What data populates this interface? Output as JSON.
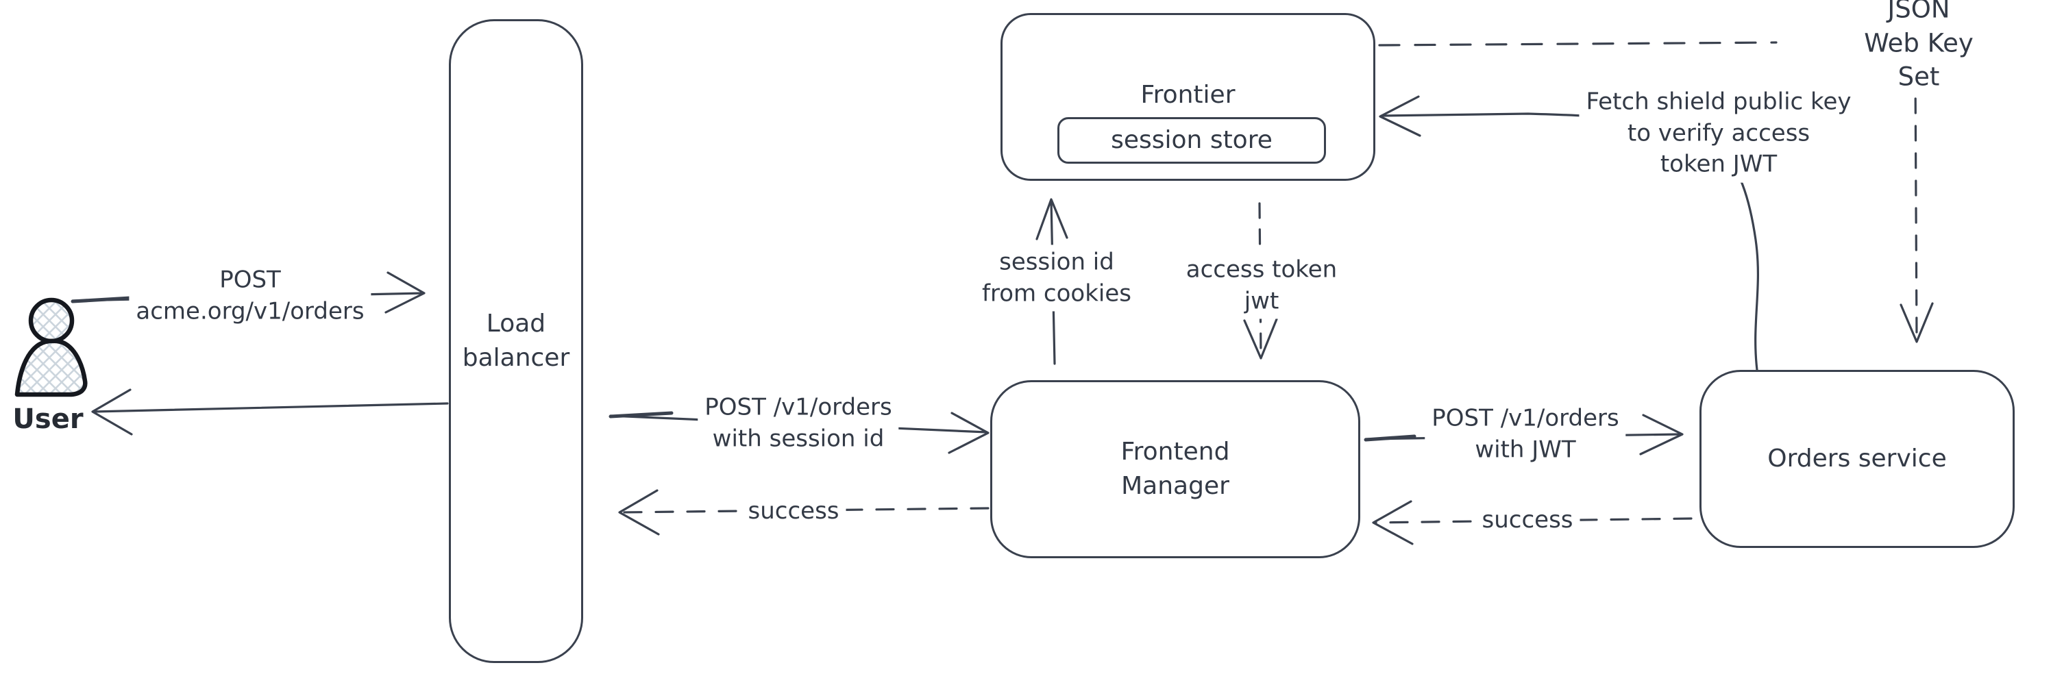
{
  "colors": {
    "stroke": "#3a414e",
    "text": "#333a46",
    "user_outline": "#15181e",
    "user_hatch": "#ccd5dd",
    "background": "#ffffff"
  },
  "nodes": {
    "user": {
      "label": "User"
    },
    "load_balancer": {
      "label": "Load\nbalancer"
    },
    "frontier": {
      "label": "Frontier",
      "session_store": "session store"
    },
    "frontend_manager": {
      "label": "Frontend\nManager"
    },
    "orders_service": {
      "label": "Orders service"
    },
    "json_web_key_set": {
      "label": "JSON Web Key Set"
    }
  },
  "edges": {
    "user_to_load_balancer": {
      "label": "POST\nacme.org/v1/orders"
    },
    "load_balancer_to_frontend_manager": {
      "label": "POST /v1/orders\nwith session id"
    },
    "frontend_manager_to_load_balancer": {
      "label": "success"
    },
    "frontend_manager_to_frontier": {
      "label": "session id\nfrom cookies"
    },
    "frontier_to_frontend_manager": {
      "label": "access token\njwt"
    },
    "frontend_manager_to_orders_service": {
      "label": "POST /v1/orders\nwith JWT"
    },
    "orders_service_to_frontend_manager": {
      "label": "success"
    },
    "orders_service_to_frontier": {
      "label": "Fetch shield public key\nto verify access\ntoken JWT"
    }
  }
}
